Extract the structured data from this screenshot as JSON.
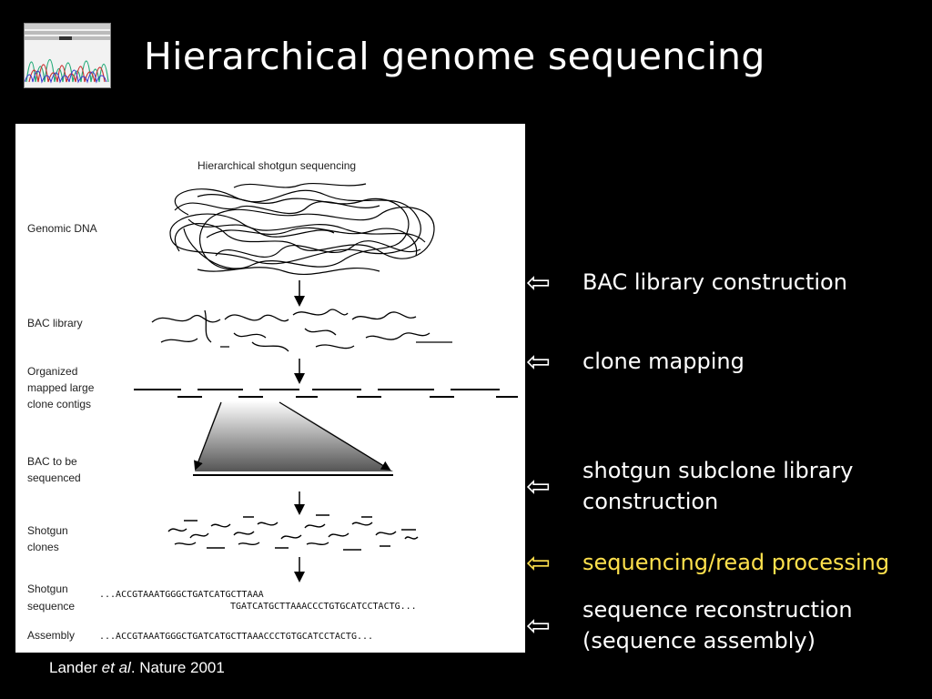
{
  "slide": {
    "title": "Hierarchical genome sequencing"
  },
  "figure": {
    "title": "Hierarchical shotgun sequencing",
    "stage_labels": {
      "genomic_dna": "Genomic DNA",
      "bac_library": "BAC library",
      "contigs_line1": "Organized",
      "contigs_line2": "mapped large",
      "contigs_line3": "clone contigs",
      "bac_seq_line1": "BAC to be",
      "bac_seq_line2": "sequenced",
      "shotgun_clones_line1": "Shotgun",
      "shotgun_clones_line2": "clones",
      "shotgun_seq_line1": "Shotgun",
      "shotgun_seq_line2": "sequence",
      "assembly": "Assembly"
    },
    "sequences": {
      "read1": "...ACCGTAAATGGGCTGATCATGCTTAAA",
      "read2": "TGATCATGCTTAAACCCTGTGCATCCTACTG...",
      "assembly": "...ACCGTAAATGGGCTGATCATGCTTAAACCCTGTGCATCCTACTG..."
    }
  },
  "steps": [
    {
      "arrow": "⇦",
      "line1": "BAC library construction",
      "line2": "",
      "highlight": "false"
    },
    {
      "arrow": "⇦",
      "line1": "clone mapping",
      "line2": "",
      "highlight": "false"
    },
    {
      "arrow": "⇦",
      "line1": "shotgun subclone library",
      "line2": "construction",
      "highlight": "false"
    },
    {
      "arrow": "⇦",
      "line1": "sequencing/read processing",
      "line2": "",
      "highlight": "true"
    },
    {
      "arrow": "⇦",
      "line1": "sequence reconstruction",
      "line2": "(sequence assembly)",
      "highlight": "false"
    }
  ],
  "citation": {
    "author": "Lander ",
    "etal": "et al",
    "rest": ". Nature 2001"
  },
  "colors": {
    "background": "#000000",
    "text": "#ffffff",
    "highlight": "#ffe14d"
  }
}
